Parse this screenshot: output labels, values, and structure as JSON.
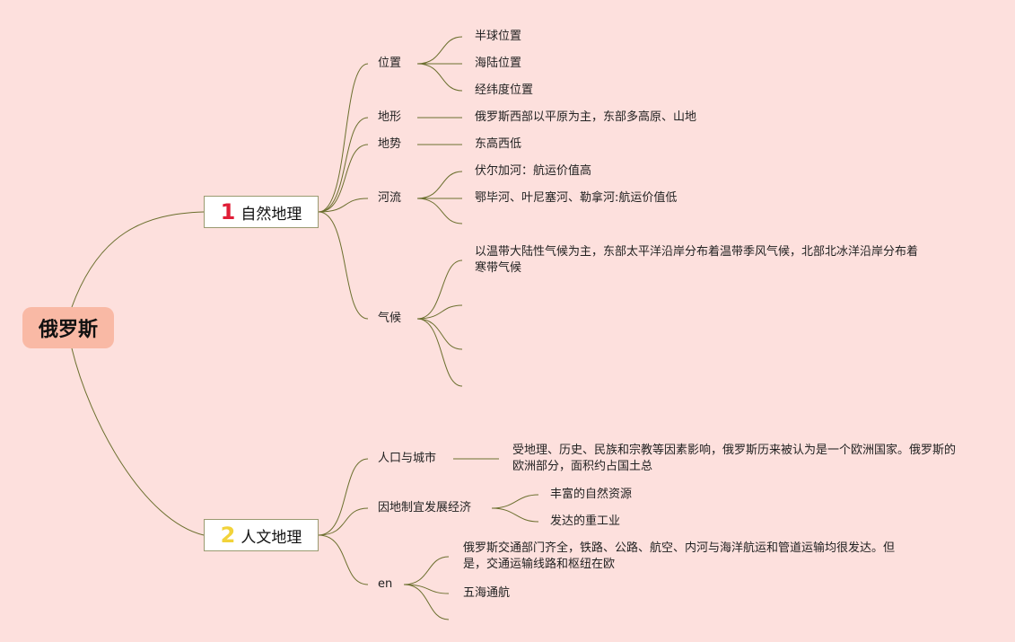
{
  "mindmap": {
    "root": "俄罗斯",
    "branches": [
      {
        "number": "1",
        "number_color": "#e01e37",
        "label": "自然地理",
        "children": [
          {
            "label": "位置",
            "leaves": [
              "半球位置",
              "海陆位置",
              "经纬度位置"
            ]
          },
          {
            "label": "地形",
            "leaves": [
              "俄罗斯西部以平原为主，东部多高原、山地"
            ]
          },
          {
            "label": "地势",
            "leaves": [
              "东高西低"
            ]
          },
          {
            "label": "河流",
            "leaves": [
              "伏尔加河：航运价值高",
              "鄂毕河、叶尼塞河、勒拿河:航运价值低",
              ""
            ]
          },
          {
            "label": "气候",
            "leaves": [
              "以温带大陆性气候为主，东部太平洋沿岸分布着温带季风气候，北部北冰洋沿岸分布着寒带气候",
              "",
              "",
              ""
            ]
          }
        ]
      },
      {
        "number": "2",
        "number_color": "#f2d33a",
        "label": "人文地理",
        "children": [
          {
            "label": "人口与城市",
            "leaves": [
              "受地理、历史、民族和宗教等因素影响，俄罗斯历来被认为是一个欧洲国家。俄罗斯的欧洲部分，面积约占国土总"
            ]
          },
          {
            "label": "因地制宜发展经济",
            "leaves": [
              "丰富的自然资源",
              "发达的重工业"
            ]
          },
          {
            "label": "en",
            "leaves": [
              "俄罗斯交通部门齐全，铁路、公路、航空、内河与海洋航运和管道运输均很发达。但是，交通运输线路和枢纽在欧",
              "五海通航",
              ""
            ]
          }
        ]
      }
    ]
  }
}
